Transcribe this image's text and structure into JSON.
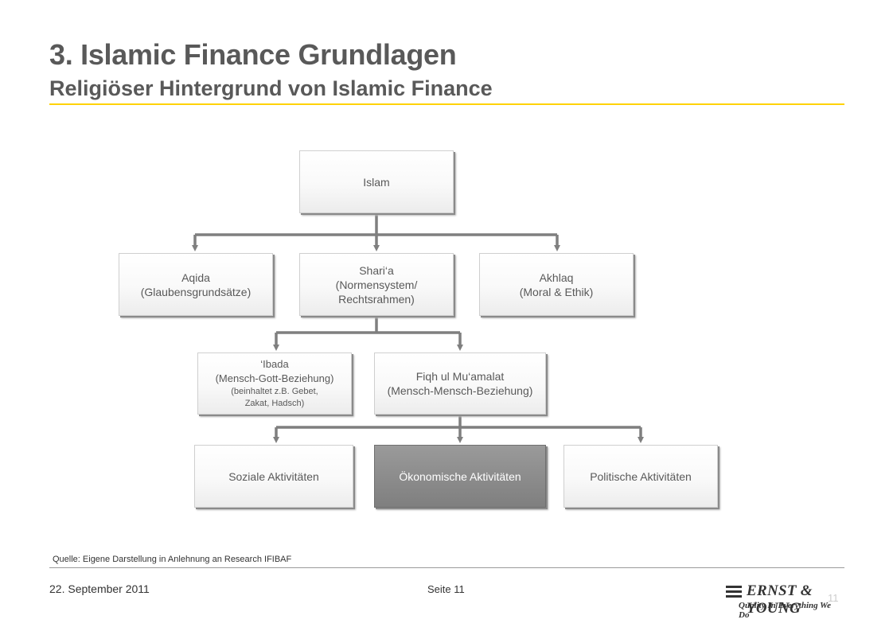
{
  "header": {
    "title": "3. Islamic Finance Grundlagen",
    "subtitle": "Religiöser Hintergrund von Islamic Finance"
  },
  "diagram": {
    "root": "Islam",
    "level1": [
      {
        "line1": "Aqida",
        "line2": "(Glaubensgrundsätze)"
      },
      {
        "line1": "Shari‘a",
        "line2": "(Normensystem/",
        "line3": "Rechtsrahmen)"
      },
      {
        "line1": "Akhlaq",
        "line2": "(Moral & Ethik)"
      }
    ],
    "level2": [
      {
        "line1": "‘Ibada",
        "line2": "(Mensch-Gott-Beziehung)",
        "line3": "(beinhaltet z.B. Gebet,",
        "line4": "Zakat, Hadsch)"
      },
      {
        "line1": "Fiqh ul Mu‘amalat",
        "line2": "(Mensch-Mensch-Beziehung)"
      }
    ],
    "level3": [
      "Soziale Aktivitäten",
      "Ökonomische Aktivitäten",
      "Politische Aktivitäten"
    ],
    "colors": {
      "connector": "#7f7f7f",
      "highlight_box": "#8c8c8c",
      "accent_rule": "#ffd200"
    }
  },
  "footer": {
    "source": "Quelle: Eigene Darstellung in Anlehnung an Research IFIBAF",
    "date": "22. September 2011",
    "page": "Seite 11",
    "page_number": "11",
    "logo_name": "ERNST & YOUNG",
    "logo_tagline": "Quality In Everything We Do"
  }
}
